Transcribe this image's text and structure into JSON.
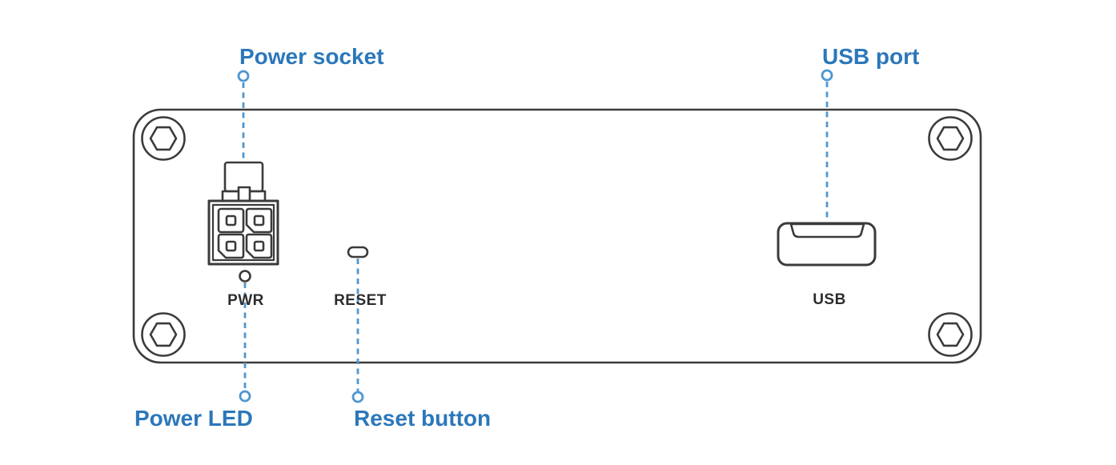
{
  "colors": {
    "background": "#ffffff",
    "outline_dark": "#3b3b3b",
    "text_dark": "#2d2d2d",
    "label_blue": "#2b77ba",
    "leader_blue": "#4f97d2"
  },
  "callouts": {
    "power_socket": {
      "label": "Power socket"
    },
    "usb_port": {
      "label": "USB port"
    },
    "power_led": {
      "label": "Power LED"
    },
    "reset_button": {
      "label": "Reset button"
    }
  },
  "panel_labels": {
    "pwr": "PWR",
    "reset": "RESET",
    "usb": "USB"
  },
  "icons": {
    "corner_screw": "hex-screw-icon",
    "power_socket": "power-connector-4pin-icon",
    "power_led": "led-indicator-icon",
    "reset": "reset-pinhole-icon",
    "usb": "usb-a-port-icon",
    "leader_marker": "callout-dot-icon"
  }
}
